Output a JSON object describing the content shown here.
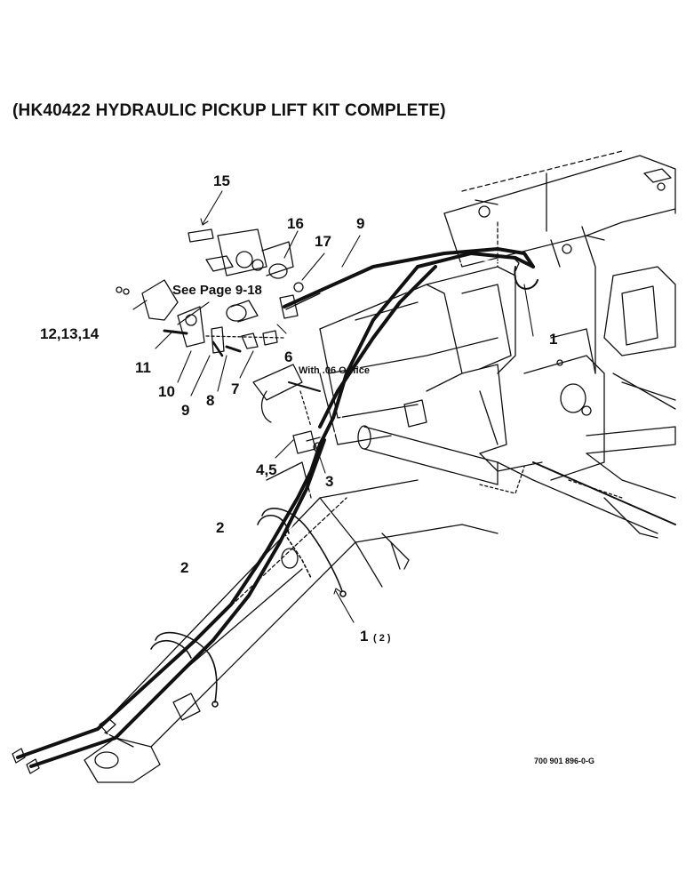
{
  "title": "(HK40422 HYDRAULIC PICKUP LIFT KIT COMPLETE)",
  "labels": {
    "p15": "15",
    "p16": "16",
    "p17": "17",
    "p9a": "9",
    "see_page": "See Page 9-18",
    "p12_13_14": "12,13,14",
    "p11": "11",
    "p10": "10",
    "p9b": "9",
    "p8": "8",
    "p7": "7",
    "p6": "6",
    "orifice_note": "With .06 Orifice",
    "p1a": "1",
    "p4_5": "4,5",
    "p3": "3",
    "p2a": "2",
    "p2b": "2",
    "p1b": "1",
    "p1b_qty": "( 2 )"
  },
  "drawing_code": "700 901 896-0-G"
}
